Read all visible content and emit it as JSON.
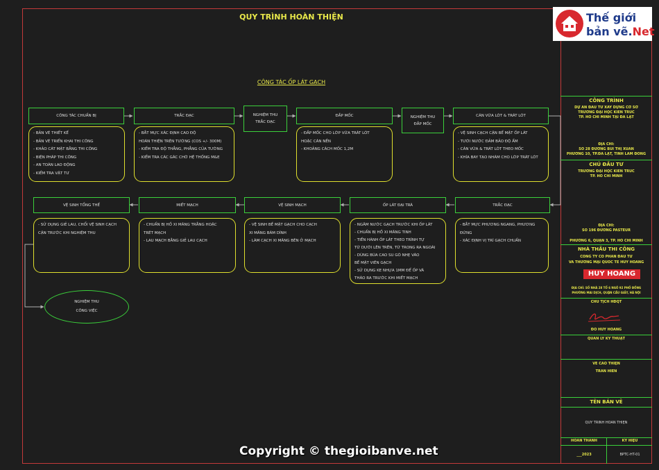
{
  "title": "QUY TRÌNH HOÀN THIỆN",
  "subtitle": "CÔNG TÁC ỐP LÁT GẠCH",
  "colors": {
    "background": "#1e1e1e",
    "header_border": "#3bd13b",
    "box_border": "#e1e12e",
    "title": "#e8e84a",
    "frame": "#c43a3a",
    "arrow": "#b0b0b0"
  },
  "row1": [
    {
      "label": "CÔNG TÁC CHUẨN BỊ",
      "items": [
        "- BẢN VẼ THIẾT KẾ",
        "- BẢN VẼ TRIỂN KHAI THI CÔNG",
        "- KHẢO CÁT MẶT BẰNG THI CÔNG",
        "- BIỆN PHÁP THI CÔNG",
        "- AN TOÀN LAO ĐỘNG",
        "- KIỂM TRA VẬT TƯ"
      ]
    },
    {
      "label": "TRẮC ĐẠC",
      "items": [
        "- BẮT MỰC XÁC ĐỊNH CAO ĐỘ",
        "HOÀN THIỆN TRÊN TƯỜNG (COS +/- 300M)",
        "- KIỂM TRA ĐỘ THẲNG, PHẲNG CỦA TƯỜNG",
        "- KIỂM TRA CÁC GÁC CHỜ HỆ THỐNG M&E"
      ]
    },
    {
      "label_lines": [
        "NGHIỆM THU",
        "TRẮC ĐẠC"
      ]
    },
    {
      "label": "ĐẮP MỐC",
      "items": [
        "- ĐẮP MỐC CHO LỚP VỮA TRÁT LÓT",
        "HOẶC CÁN NỀN",
        "- KHOẢNG CÁCH MỐC 1,2M"
      ]
    },
    {
      "label_lines": [
        "NGHIỆM THU",
        "ĐẮP MỐC"
      ]
    },
    {
      "label": "CÁN VỮA LÓT & TRÁT LÓT",
      "items": [
        "- VỆ SINH CẠCH CẶN BỂ MẶT ỐP LÁT",
        "- TƯỚI NƯỚC ĐẢM BẢO ĐỘ ẨM",
        "- CÁN VỮA & TRÁT LÓT THEO MỐC",
        "- KHÍA BAY TẠO NHÁM CHO LỚP TRÁT LÓT"
      ]
    }
  ],
  "row2": [
    {
      "label": "VỆ SINH TỔNG THỂ",
      "items": [
        "- SỬ DỤNG GIẺ LAU, CHỔI VỆ SINH CẠCH",
        "CẶN TRƯỚC KHI NGHIỆM THU"
      ]
    },
    {
      "label": "MIẾT MẠCH",
      "items": [
        "- CHUẨN BỊ HỒ XI MĂNG TRẮNG HOẶC",
        "TRÉT MẠCH",
        "- LAU MẠCH BẰNG GIẺ LAU CẠCH"
      ]
    },
    {
      "label": "VỆ SINH MẠCH",
      "items": [
        "- VỆ SINH BỀ MẶT GẠCH CHO CẠCH",
        "XI MĂNG BÁM DÍNH",
        "- LÀM CẠCH XI MĂNG BÊN Ở MẠCH"
      ]
    },
    {
      "label": "ỐP LÁT ĐẠI TRÀ",
      "items": [
        "- NGÂM NƯỚC GẠCH TRƯỚC KHI ỐP LÁT",
        "- CHUẨN BỊ HỒ XI MĂNG TINH",
        "- TIẾN HÀNH ỐP LÁT THEO TRÌNH TỰ",
        "TỪ DƯỚI LÊN TRÊN, TỪ TRONG RA NGOÀI",
        "- DÙNG BÚA CAO SU GÕ NHẸ VÀO",
        "BỀ MẶT VIÊN GẠCH",
        "- SỬ DỤNG KE NHỰA 1MM ĐỂ ỐP VÀ",
        "THÁO RA TRƯỚC KHI MIẾT MẠCH"
      ]
    },
    {
      "label": "TRẮC ĐẠC",
      "items": [
        "- BẮT MỰC PHƯƠNG NGANG, PHƯƠNG",
        "ĐỨNG",
        "- XÁC ĐỊNH VỊ TRÍ GẠCH CHUẨN"
      ]
    }
  ],
  "final": [
    "NGHIỆM THU",
    "CÔNG VIỆC"
  ],
  "logo": {
    "line1": "Thế giới",
    "line2": "bản vẽ.",
    "line2_suffix": "Net",
    "icon": "house-icon"
  },
  "sidebar": {
    "project_h": "CÔNG TRÌNH",
    "project": [
      "DỰ ÁN ĐẦU TƯ XÂY DỰNG CƠ SỞ",
      "TRƯỜNG ĐẠI HỌC KIẾN TRÚC",
      "TP. HỒ CHÍ MINH TẠI ĐÀ LẠT"
    ],
    "addr1_h": "ĐỊA CHỈ:",
    "addr1": [
      "SỐ 28 ĐƯỜNG BÙI THỊ XUÂN",
      "PHƯỜNG 10, TP.ĐÀ LẠT, TỈNH LÂM ĐỒNG"
    ],
    "owner_h": "CHỦ ĐẦU TƯ",
    "owner": [
      "TRƯỜNG ĐẠI HỌC KIẾN TRÚC",
      "TP. HỒ CHÍ MINH"
    ],
    "addr2_h": "ĐỊA CHỈ:",
    "addr2": [
      "SỐ 196 ĐƯỜNG PASTEUR",
      "PHƯỜNG 6, QUẬN 3, TP. HỒ CHÍ MINH"
    ],
    "contractor_h": "NHÀ THẦU THI CÔNG",
    "contractor": [
      "CÔNG TY CỔ PHẦN ĐẦU TƯ",
      "VÀ THƯƠNG MẠI QUỐC TẾ HUY HOÀNG"
    ],
    "hh_logo": "HUY HOANG",
    "hh_addr": [
      "ĐỊA CHỈ: SỐ NHÀ 28 TỔ 6 NGÕ 92 PHỐ ĐỒNG",
      "PHƯỜNG MAI DỊCH, QUẬN CẦU GIẤY, HÀ NỘI"
    ],
    "ceo_h": "CHỦ TỊCH HĐQT",
    "ceo": "ĐỖ HUY HOÀNG",
    "tech_h": "QUẢN LÝ KỸ THUẬT",
    "design_h": "VẼ CAO THIỆN",
    "design": "TRẦN HIẾN",
    "drawing_h": "TÊN BẢN VẼ",
    "drawing": "QUY TRÌNH HOÀN THIỆN",
    "col1_h": "HOÀN THÀNH",
    "col2_h": "KÝ HIỆU",
    "col1": "___2023",
    "col2": "BPTC-HT-01"
  },
  "copyright": "Copyright © thegioibanve.net"
}
